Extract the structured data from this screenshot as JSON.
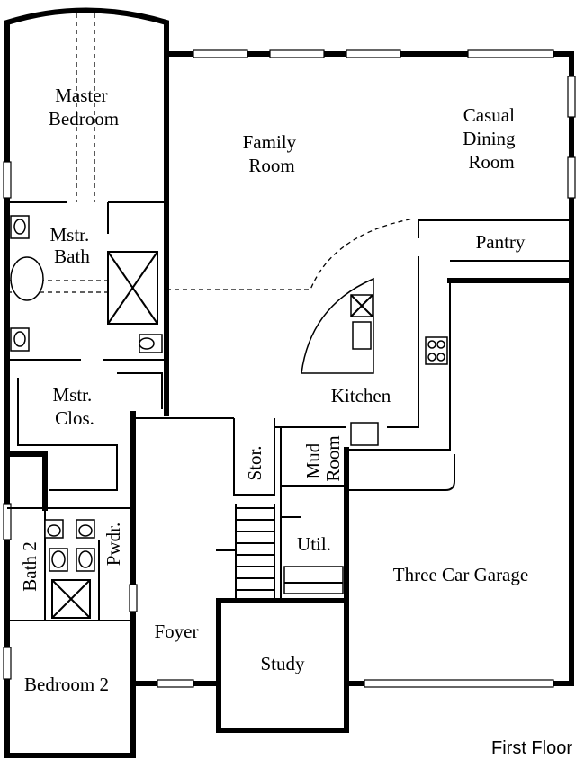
{
  "plan": {
    "floor_title": "First Floor",
    "rooms": {
      "master_bedroom": [
        "Master",
        "Bedroom"
      ],
      "family_room": [
        "Family",
        "Room"
      ],
      "casual_dining": [
        "Casual",
        "Dining",
        "Room"
      ],
      "pantry": "Pantry",
      "mstr_bath": [
        "Mstr.",
        "Bath"
      ],
      "mstr_clos": [
        "Mstr.",
        "Clos."
      ],
      "kitchen": "Kitchen",
      "stor": "Stor.",
      "mud_room": [
        "Mud",
        "Room"
      ],
      "util": "Util.",
      "bath2": "Bath 2",
      "pwdr": "Pwdr.",
      "garage": "Three Car Garage",
      "foyer": "Foyer",
      "study": "Study",
      "bedroom2": "Bedroom 2"
    }
  }
}
